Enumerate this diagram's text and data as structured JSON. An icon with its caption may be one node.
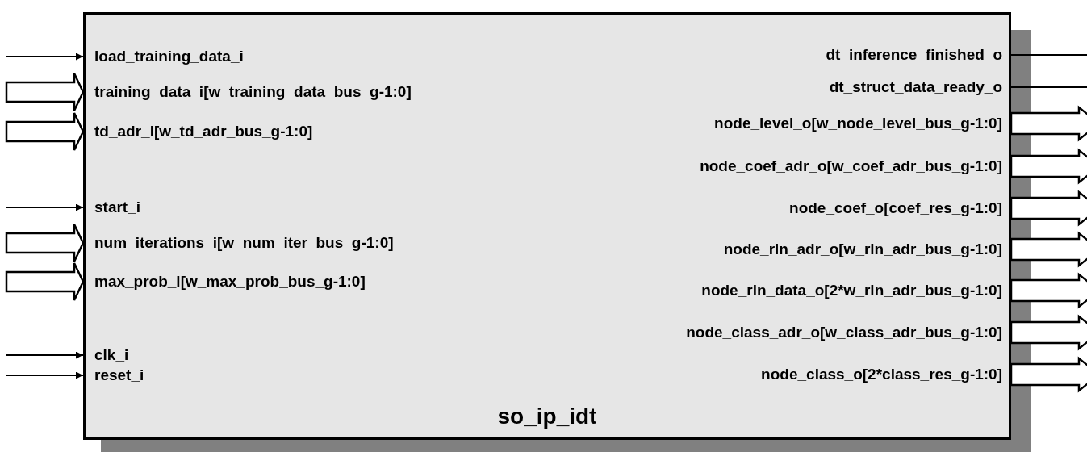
{
  "diagram": {
    "nodes": [
      {
        "text": [
          "so_ip_idt"
        ]
      },
      {
        "text": [
          "load_training_data_i"
        ],
        "in": 0
      },
      {
        "text": [
          "training_data_i[w_training_data_bus_g-1:0]"
        ],
        "in": 0
      },
      {
        "text": [
          "td_adr_i[w_td_adr_bus_g-1:0]"
        ],
        "in": 0
      },
      {
        "text": [
          "start_i"
        ],
        "in": 0
      },
      {
        "text": [
          "num_iterations_i[w_num_iter_bus_g-1:0]"
        ],
        "in": 0
      },
      {
        "text": [
          "max_prob_i[w_max_prob_bus_g-1:0]"
        ],
        "in": 0
      },
      {
        "text": [
          "clk_i"
        ],
        "in": 0
      },
      {
        "text": [
          "reset_i"
        ],
        "in": 0
      },
      {
        "text": [
          "dt_inference_finished_o"
        ],
        "in": 0
      },
      {
        "text": [
          "dt_struct_data_ready_o"
        ],
        "in": 0
      },
      {
        "text": [
          "node_level_o[w_node_level_bus_g-1:0]"
        ],
        "in": 0
      },
      {
        "text": [
          "node_coef_adr_o[w_coef_adr_bus_g-1:0]"
        ],
        "in": 0
      },
      {
        "text": [
          "node_coef_o[coef_res_g-1:0]"
        ],
        "in": 0
      },
      {
        "text": [
          "node_rln_adr_o[w_rln_adr_bus_g-1:0]"
        ],
        "in": 0
      },
      {
        "text": [
          "node_rln_data_o[2*w_rln_adr_bus_g-1:0]"
        ],
        "in": 0
      },
      {
        "text": [
          "node_class_adr_o[w_class_adr_bus_g-1:0]"
        ],
        "in": 0
      },
      {
        "text": [
          "node_class_o[2*class_res_g-1:0]"
        ],
        "in": 0
      }
    ],
    "edges": [
      {
        "from": null,
        "to": 1,
        "arrow": "to"
      },
      {
        "from": null,
        "to": 2,
        "arrow": "to",
        "style": "thick"
      },
      {
        "from": null,
        "to": 3,
        "arrow": "to",
        "style": "thick"
      },
      {
        "from": null,
        "to": 4,
        "arrow": "to"
      },
      {
        "from": null,
        "to": 5,
        "arrow": "to",
        "style": "thick"
      },
      {
        "from": null,
        "to": 6,
        "arrow": "to",
        "style": "thick"
      },
      {
        "from": null,
        "to": 7,
        "arrow": "to"
      },
      {
        "from": null,
        "to": 8,
        "arrow": "to"
      },
      {
        "from": 9,
        "to": null,
        "arrow": "to"
      },
      {
        "from": 10,
        "to": null,
        "arrow": "to"
      },
      {
        "from": 11,
        "to": null,
        "arrow": "to",
        "style": "thick"
      },
      {
        "from": 12,
        "to": null,
        "arrow": "to",
        "style": "thick"
      },
      {
        "from": 13,
        "to": null,
        "arrow": "to",
        "style": "thick"
      },
      {
        "from": 14,
        "to": null,
        "arrow": "to",
        "style": "thick"
      },
      {
        "from": 15,
        "to": null,
        "arrow": "to",
        "style": "thick"
      },
      {
        "from": 16,
        "to": null,
        "arrow": "to",
        "style": "thick"
      },
      {
        "from": 17,
        "to": null,
        "arrow": "to",
        "style": "thick"
      }
    ]
  }
}
